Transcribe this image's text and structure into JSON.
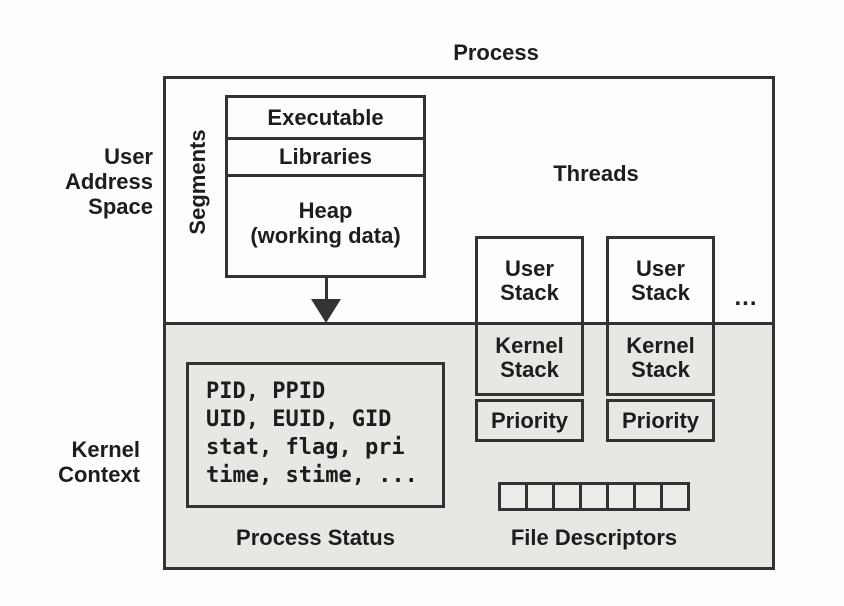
{
  "diagram": {
    "title": "Process",
    "side_labels": {
      "user_address_space": [
        "User",
        "Address",
        "Space"
      ],
      "kernel_context": [
        "Kernel",
        "Context"
      ]
    },
    "segments": {
      "label": "Segments",
      "row_executable": "Executable",
      "row_libraries": "Libraries",
      "heap_lines": [
        "Heap",
        "(working data)"
      ]
    },
    "threads": {
      "heading": "Threads",
      "columns": [
        {
          "user_stack": [
            "User",
            "Stack"
          ],
          "kernel_stack": [
            "Kernel",
            "Stack"
          ],
          "priority": "Priority"
        },
        {
          "user_stack": [
            "User",
            "Stack"
          ],
          "kernel_stack": [
            "Kernel",
            "Stack"
          ],
          "priority": "Priority"
        }
      ],
      "more_indicator": "..."
    },
    "process_status": {
      "lines": [
        "PID, PPID",
        "UID, EUID, GID",
        "stat, flag, pri",
        "time, stime, ..."
      ],
      "caption": "Process Status"
    },
    "file_descriptors": {
      "cell_count": 7,
      "caption": "File Descriptors"
    },
    "colors": {
      "line": "#333333",
      "kernel_bg": "#e8e7e3",
      "user_bg": "#fdfdfc",
      "page_bg": "#fdfdfd",
      "text": "#1d1d1d"
    }
  }
}
